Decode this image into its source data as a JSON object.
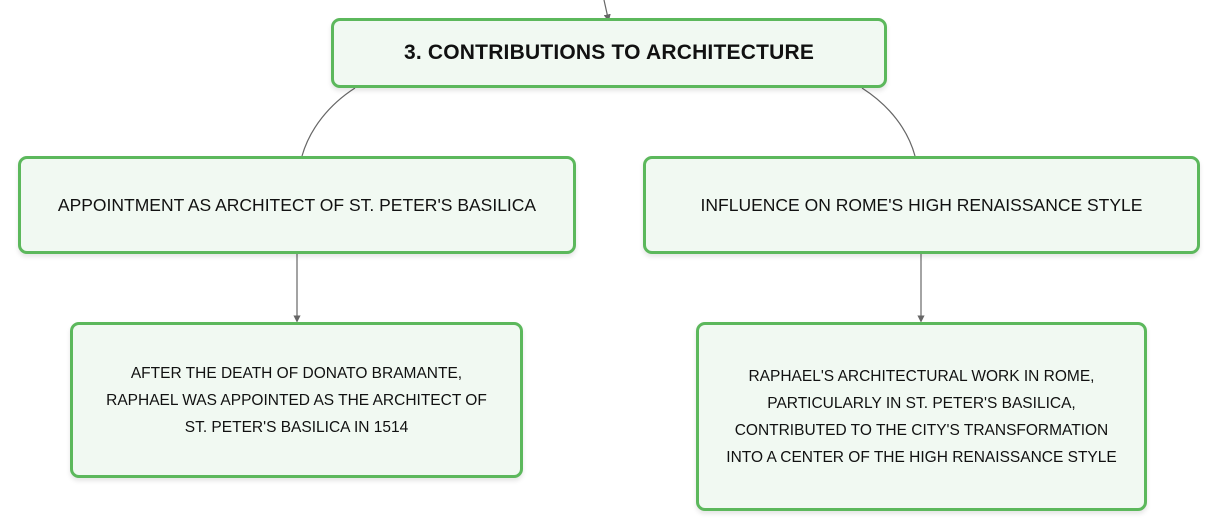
{
  "diagram": {
    "root": {
      "title": "3. CONTRIBUTIONS TO ARCHITECTURE"
    },
    "branches": [
      {
        "title": "APPOINTMENT AS ARCHITECT OF ST. PETER'S BASILICA",
        "detail_lines": [
          "AFTER THE DEATH OF DONATO BRAMANTE,",
          "RAPHAEL WAS APPOINTED AS THE ARCHITECT OF",
          "ST. PETER'S BASILICA IN 1514"
        ]
      },
      {
        "title": "INFLUENCE ON ROME'S HIGH RENAISSANCE STYLE",
        "detail_lines": [
          "RAPHAEL'S ARCHITECTURAL WORK IN ROME,",
          "PARTICULARLY IN ST. PETER'S BASILICA,",
          "CONTRIBUTED TO THE CITY'S TRANSFORMATION",
          "INTO A CENTER OF THE HIGH RENAISSANCE STYLE"
        ]
      }
    ],
    "colors": {
      "node_border": "#5cb85c",
      "node_fill": "#f1f9f2",
      "connector": "#666666",
      "text": "#111111"
    }
  }
}
